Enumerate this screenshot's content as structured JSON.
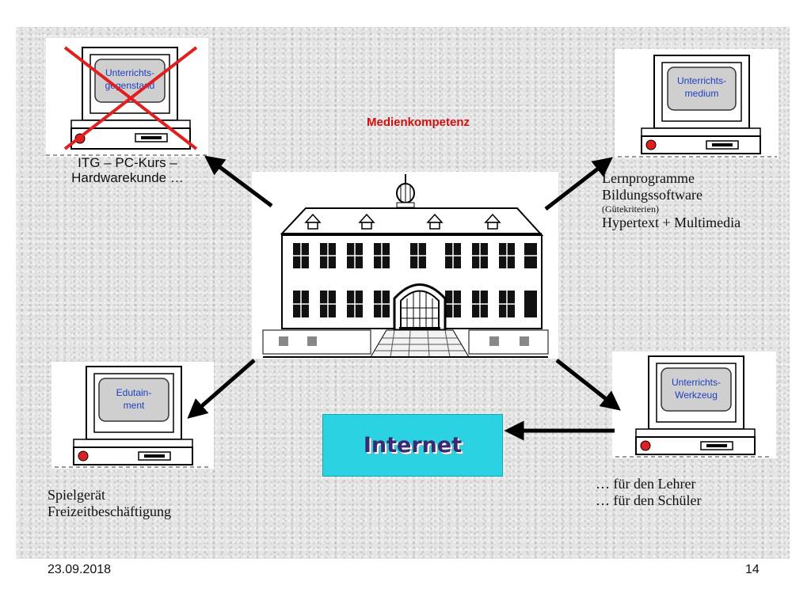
{
  "title": "Medienkompetenz",
  "computers": {
    "top_left": {
      "screen_label_1": "Unterrichts-",
      "screen_label_2": "gegenstand",
      "crossed_out": true,
      "caption_1": "ITG – PC-Kurs –",
      "caption_2": "Hardwarekunde …"
    },
    "top_right": {
      "screen_label_1": "Unterrichts-",
      "screen_label_2": "medium",
      "caption_1": "Lernprogramme",
      "caption_2": "Bildungssoftware",
      "caption_3": "(Gütekriterien)",
      "caption_4": "Hypertext + Multimedia"
    },
    "bottom_left": {
      "screen_label_1": "Edutain-",
      "screen_label_2": "ment",
      "caption_1": "Spielgerät",
      "caption_2": "Freizeitbeschäftigung"
    },
    "bottom_right": {
      "screen_label_1": "Unterrichts-",
      "screen_label_2": "Werkzeug",
      "caption_1": "… für den Lehrer",
      "caption_2": "… für den Schüler"
    }
  },
  "internet": {
    "label": "Internet",
    "color": "#2ad2e2"
  },
  "footer": {
    "date": "23.09.2018",
    "page": "14"
  },
  "colors": {
    "title": "#d01010",
    "cross": "#e02020",
    "screen_text": "#2040c0",
    "power_led": "#e02020"
  }
}
